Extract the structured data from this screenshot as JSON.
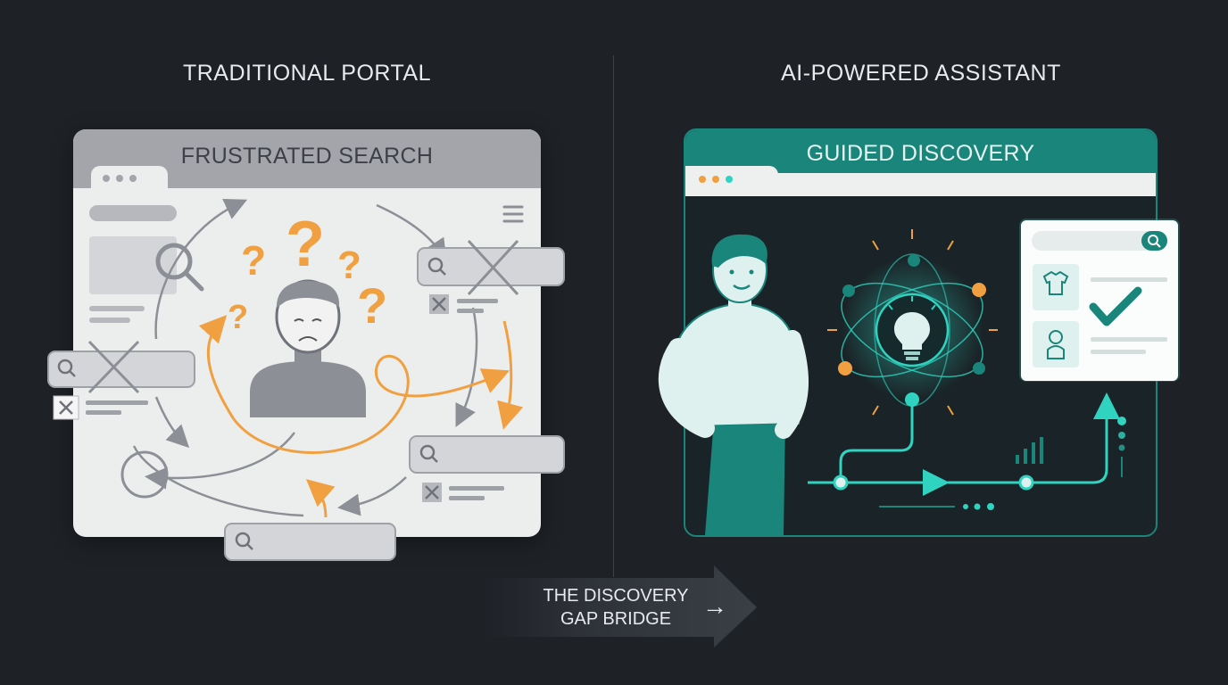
{
  "left": {
    "heading": "TRADITIONAL PORTAL",
    "window_title": "FRUSTRATED SEARCH"
  },
  "right": {
    "heading": "AI-POWERED ASSISTANT",
    "window_title": "GUIDED DISCOVERY"
  },
  "bridge": {
    "label_line1": "THE DISCOVERY",
    "label_line2": "GAP BRIDGE",
    "arrow": "→"
  },
  "colors": {
    "background": "#1e2126",
    "teal": "#19857b",
    "teal_glow": "#2fd3bf",
    "orange": "#f0a040",
    "gray_panel": "#a3a5ab"
  },
  "icons": {
    "question_marks": "question-mark-icon",
    "magnifier": "magnifier-icon",
    "lightbulb": "lightbulb-icon",
    "checkmark": "checkmark-icon",
    "tshirt": "tshirt-icon",
    "hamburger": "hamburger-menu-icon"
  }
}
